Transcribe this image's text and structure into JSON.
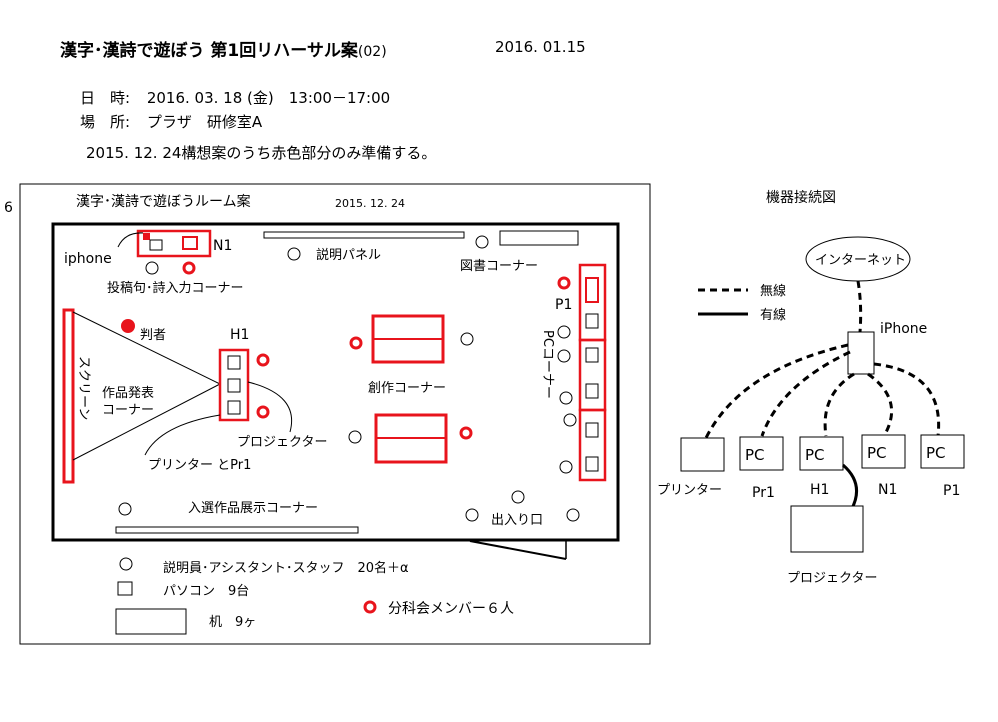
{
  "header": {
    "title": "漢字･漢詩で遊ぼう 第1回リハーサル案",
    "version": "(02)",
    "date": "2016. 01.15",
    "datetime_label": "日　時:",
    "datetime_value": "2016. 03. 18 (金)　13:00－17:00",
    "place_label": "場　所:",
    "place_value": "プラザ　研修室A",
    "note": "2015. 12. 24構想案のうち赤色部分のみ準備する。"
  },
  "room_plan": {
    "page_number": "6",
    "title": "漢字･漢詩で遊ぼうルーム案",
    "date": "2015. 12. 24",
    "labels": {
      "iphone": "iphone",
      "n1": "N1",
      "p1": "P1",
      "h1": "H1",
      "explanation_panel": "説明パネル",
      "library_corner": "図書コーナー",
      "input_corner": "投稿句･詩入力コーナー",
      "judge": "判者",
      "screen": "スクリーン",
      "presentation_corner_1": "作品発表",
      "presentation_corner_2": "コーナー",
      "creation_corner": "創作コーナー",
      "pc_corner": "PCコーナー",
      "projector": "プロジェクター",
      "printer_pr1": "プリンター とPr1",
      "exhibition_corner": "入選作品展示コーナー",
      "entrance": "出入り口"
    },
    "legend": {
      "staff": "説明員･アシスタント･スタッフ　20名＋α",
      "pc": "パソコン　9台",
      "members": "分科会メンバー６人",
      "desk": "机　9ヶ"
    }
  },
  "network": {
    "title": "機器接続図",
    "internet": "インターネット",
    "legend_wireless": "無線",
    "legend_wired": "有線",
    "iphone": "iPhone",
    "pc_label": "PC",
    "printer": "プリンター",
    "pr1": "Pr1",
    "h1": "H1",
    "n1": "N1",
    "p1": "P1",
    "projector": "プロジェクター"
  },
  "colors": {
    "red": "#e8141c",
    "black": "#000000"
  }
}
